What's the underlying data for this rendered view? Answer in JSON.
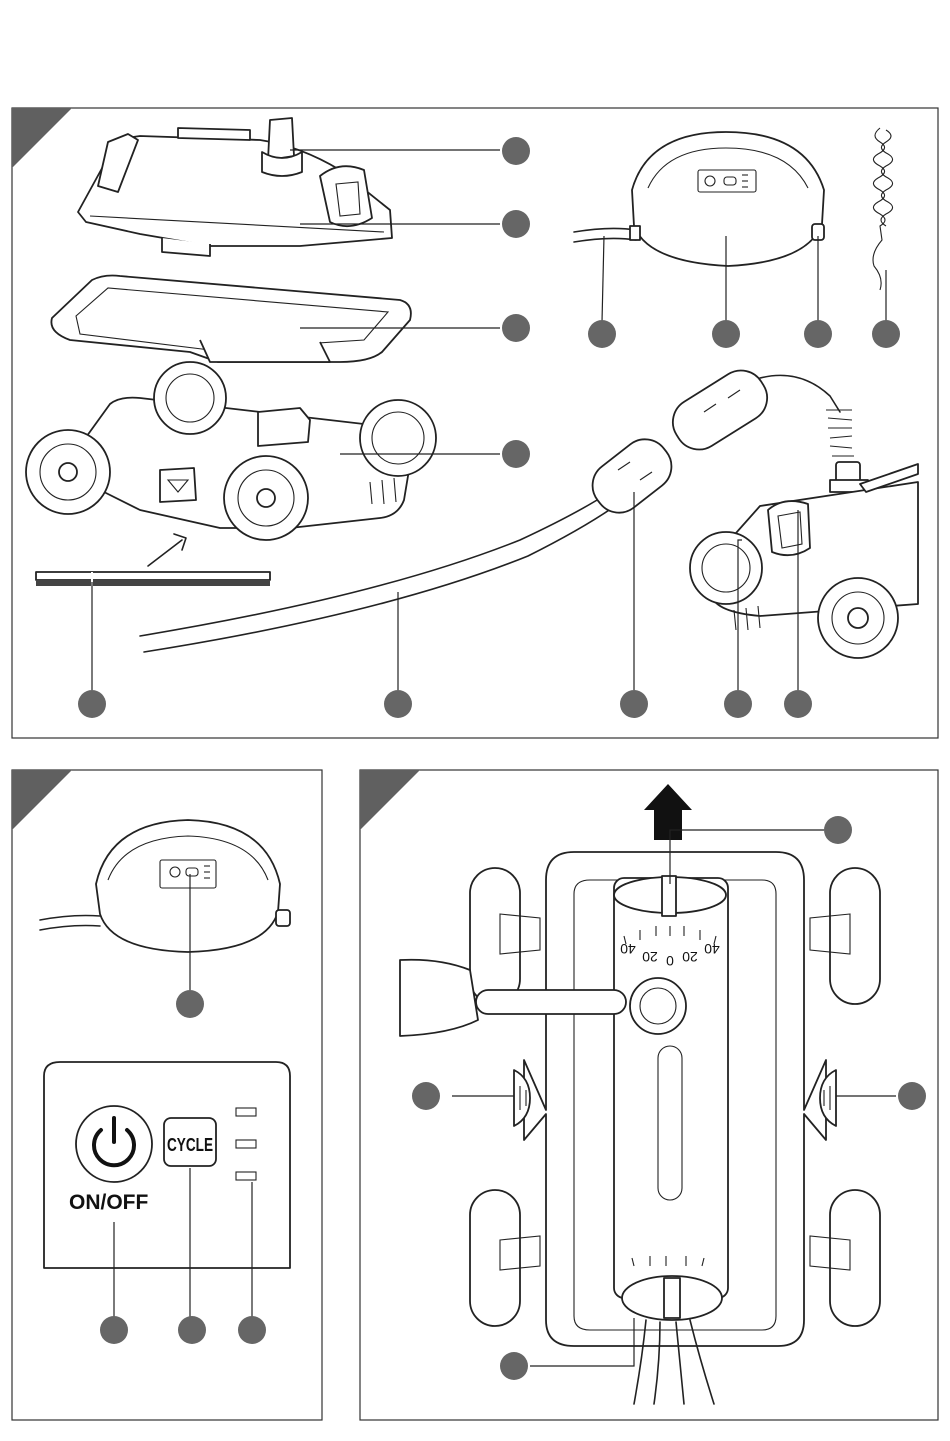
{
  "control_panel": {
    "power_label": "ON/OFF",
    "cycle_label": "CYCLE"
  },
  "depth_scale": {
    "ticks": [
      "40",
      "20",
      "0",
      "20",
      "40"
    ]
  },
  "icons": [
    "power-icon",
    "direction-arrow-icon"
  ],
  "colors": {
    "callout_marker": "#666666",
    "figure_corner": "#606060",
    "line": "#222222"
  }
}
